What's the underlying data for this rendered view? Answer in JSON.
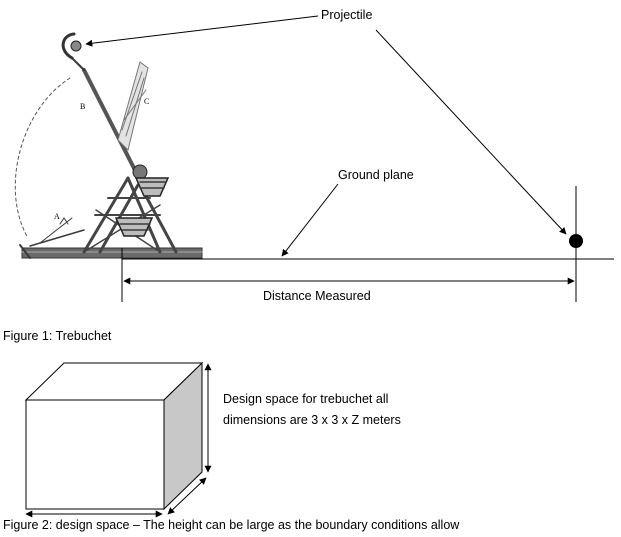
{
  "figure1": {
    "labels": {
      "projectile": "Projectile",
      "ground_plane": "Ground plane",
      "distance_measured": "Distance Measured"
    },
    "trebuchet_letters": {
      "a": "A",
      "b": "B",
      "c": "C"
    },
    "caption": "Figure 1: Trebuchet"
  },
  "figure2": {
    "label_line1": "Design space for trebuchet all",
    "label_line2": "dimensions are 3 x 3 x Z meters",
    "caption": "Figure 2: design space – The height can be large as the boundary conditions allow"
  },
  "colors": {
    "line": "#000000",
    "cube_side": "#c8c8c8",
    "sketch": "#3a3a3a"
  }
}
